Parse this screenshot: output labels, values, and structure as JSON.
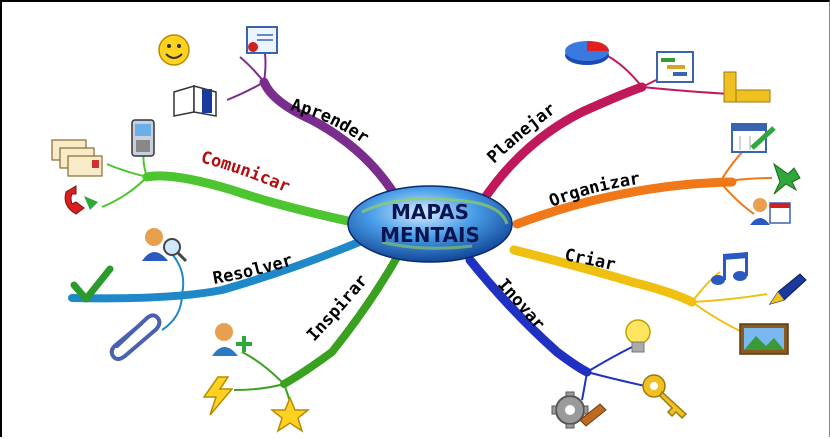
{
  "center": {
    "line1": "MAPAS",
    "line2": "MENTAIS"
  },
  "branches": [
    {
      "label": "Aprender",
      "color": "#7b2d8e"
    },
    {
      "label": "Comunicar",
      "color": "#b01010"
    },
    {
      "label": "Resolver",
      "color": "#1e88c8"
    },
    {
      "label": "Inspirar",
      "color": "#3aa020"
    },
    {
      "label": "Planejar",
      "color": "#c0185a"
    },
    {
      "label": "Organizar",
      "color": "#f07818"
    },
    {
      "label": "Criar",
      "color": "#f0c010"
    },
    {
      "label": "Inovar",
      "color": "#2030c0"
    }
  ],
  "icons": [
    "smiley-icon",
    "certificate-icon",
    "book-icon",
    "mobile-phone-icon",
    "envelopes-icon",
    "telephone-icon",
    "magnifier-user-icon",
    "checkmark-icon",
    "paperclip-icon",
    "add-user-icon",
    "lightning-icon",
    "star-icon",
    "pie-chart-icon",
    "gantt-chart-icon",
    "ruler-icon",
    "calendar-pencil-icon",
    "pushpin-icon",
    "user-calendar-icon",
    "music-note-icon",
    "fountain-pen-icon",
    "landscape-picture-icon",
    "lightbulb-icon",
    "key-icon",
    "gear-wrench-icon"
  ]
}
